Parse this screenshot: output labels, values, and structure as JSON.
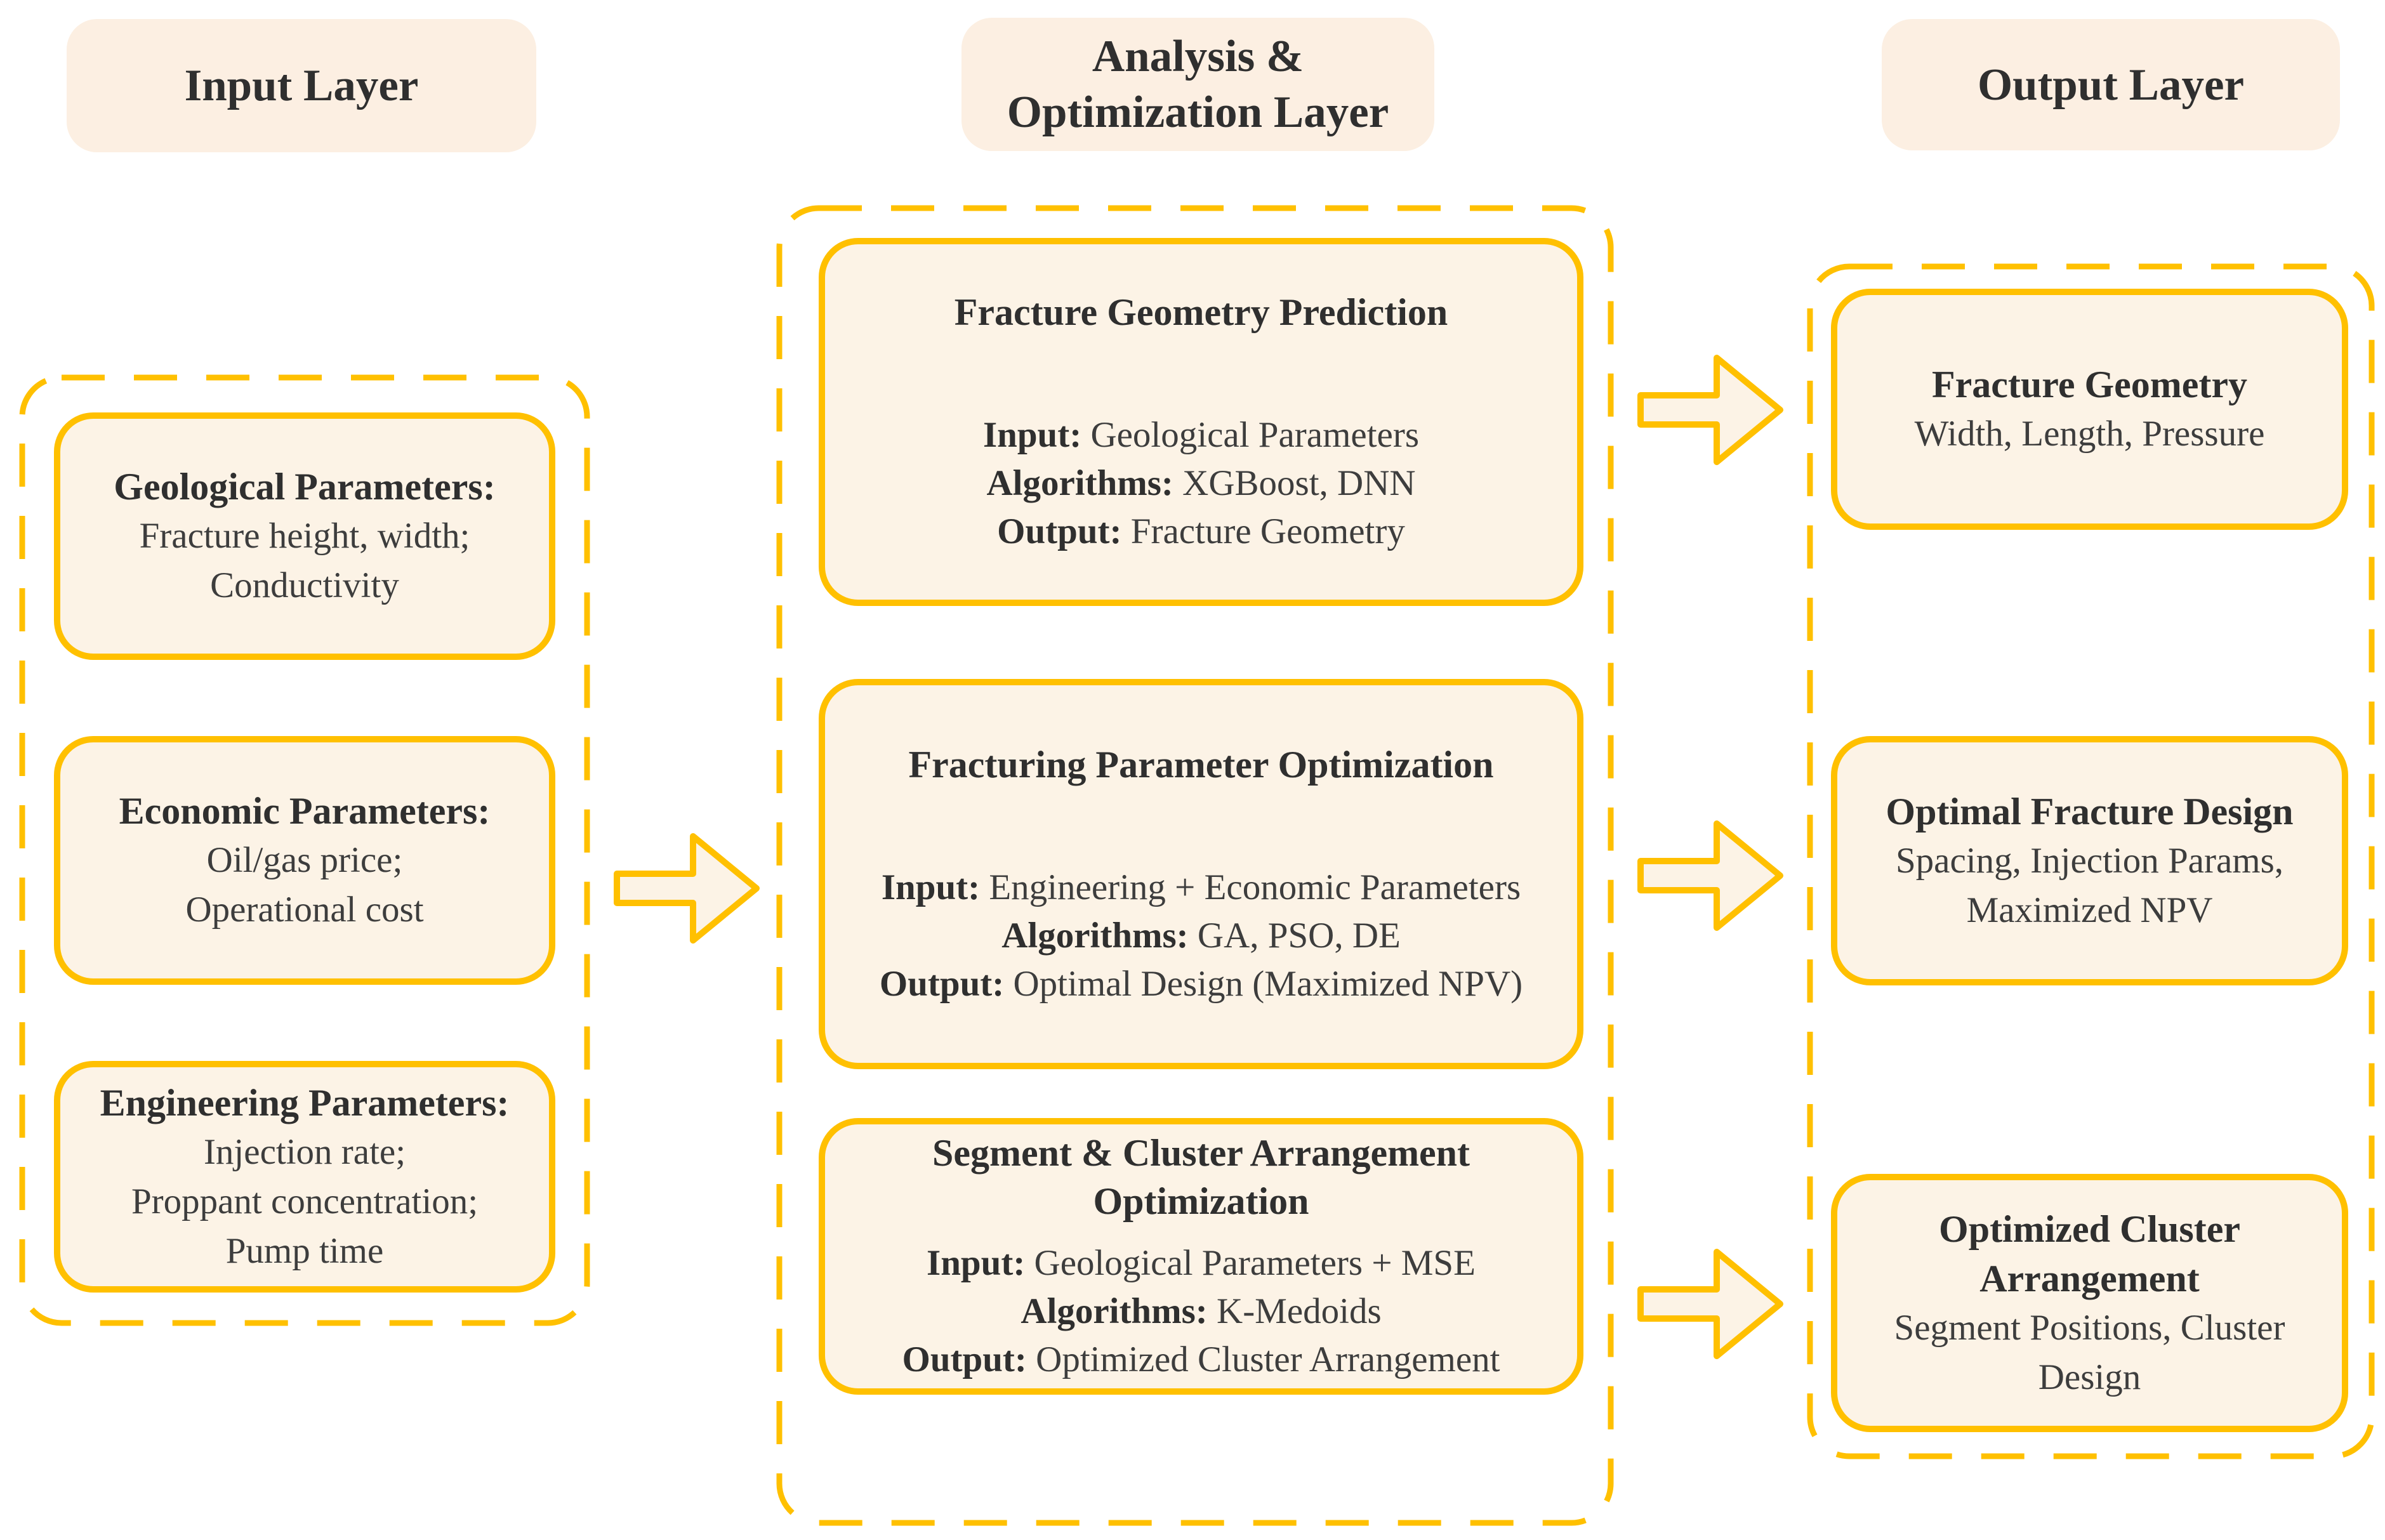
{
  "figure": {
    "headers": {
      "input": "Input Layer",
      "analysis": [
        "Analysis &",
        "Optimization Layer"
      ],
      "output": "Output Layer"
    },
    "input_layer": {
      "boxes": [
        {
          "title": "Geological Parameters:",
          "lines": [
            "Fracture height, width;",
            "Conductivity"
          ]
        },
        {
          "title": "Economic Parameters:",
          "lines": [
            "Oil/gas price;",
            "Operational cost"
          ]
        },
        {
          "title": "Engineering Parameters:",
          "lines": [
            "Injection rate;",
            "Proppant concentration;",
            "Pump time"
          ]
        }
      ]
    },
    "analysis_layer": {
      "boxes": [
        {
          "title": [
            "Fracture Geometry Prediction"
          ],
          "rows": [
            {
              "label": "Input:",
              "value": "Geological Parameters"
            },
            {
              "label": "Algorithms:",
              "value": "XGBoost, DNN"
            },
            {
              "label": "Output:",
              "value": "Fracture Geometry"
            }
          ]
        },
        {
          "title": [
            "Fracturing Parameter Optimization"
          ],
          "rows": [
            {
              "label": "Input:",
              "value": "Engineering + Economic Parameters"
            },
            {
              "label": "Algorithms:",
              "value": "GA, PSO, DE"
            },
            {
              "label": "Output:",
              "value": "Optimal Design (Maximized NPV)"
            }
          ]
        },
        {
          "title": [
            "Segment & Cluster Arrangement",
            "Optimization"
          ],
          "rows": [
            {
              "label": "Input:",
              "value": "Geological Parameters + MSE"
            },
            {
              "label": "Algorithms:",
              "value": "K-Medoids"
            },
            {
              "label": "Output:",
              "value": "Optimized Cluster Arrangement"
            }
          ]
        }
      ]
    },
    "output_layer": {
      "boxes": [
        {
          "title": [
            "Fracture Geometry"
          ],
          "lines": [
            "Width, Length, Pressure"
          ]
        },
        {
          "title": [
            "Optimal Fracture Design"
          ],
          "lines": [
            "Spacing, Injection Params,",
            "Maximized NPV"
          ]
        },
        {
          "title": [
            "Optimized Cluster",
            "Arrangement"
          ],
          "lines": [
            "Segment Positions, Cluster",
            "Design"
          ]
        }
      ]
    },
    "colors": {
      "gold": "#FFC000",
      "box_fill": "#FCF3E6",
      "header_fill": "#FCEFE2",
      "text": "#3A3A3A"
    }
  }
}
